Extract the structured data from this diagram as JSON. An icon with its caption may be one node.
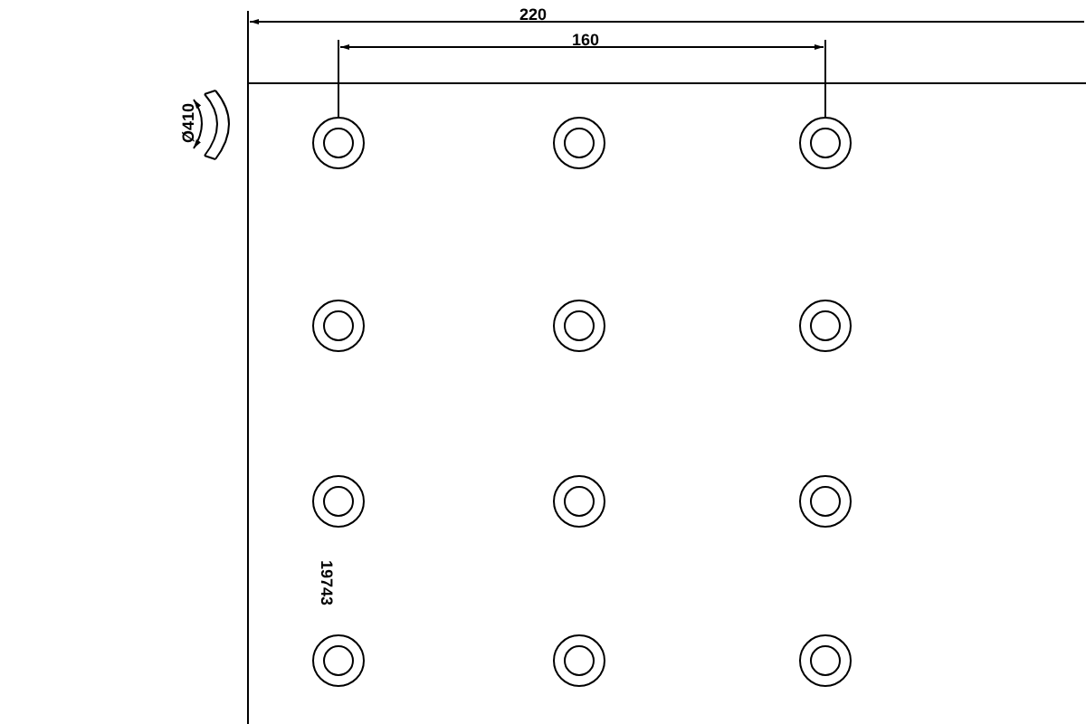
{
  "diagram": {
    "labels": [
      "220",
      "160",
      "Ø410",
      "19743"
    ]
  }
}
